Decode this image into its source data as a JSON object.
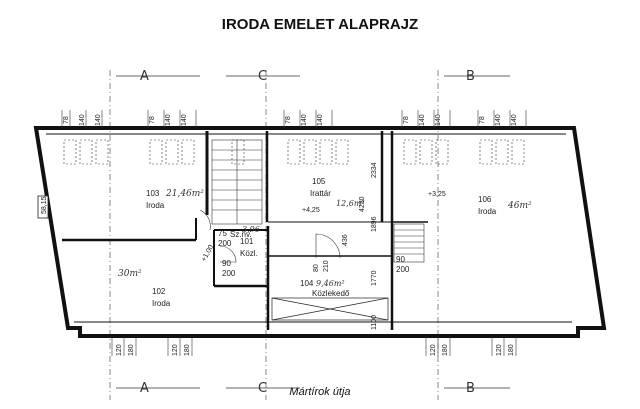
{
  "title": "IRODA EMELET ALAPRAJZ",
  "caption": "Mártírok útja",
  "axes": {
    "a_top": "A",
    "c_top": "C",
    "b_top": "B",
    "a_bottom": "A",
    "c_bottom": "C",
    "b_bottom": "B"
  },
  "rooms": {
    "r103_num": "103",
    "r103_name": "Iroda",
    "r103_area": "21,46m²",
    "r102_num": "102",
    "r102_name": "Iroda",
    "r102_area": "30m²",
    "r105_num": "105",
    "r105_name": "Irattár",
    "r105_area": "12,6m²",
    "r105_level": "+4,25",
    "r106_num": "106",
    "r106_name": "Iroda",
    "r106_area": "46m²",
    "r106_level": "+3,25",
    "r104_num": "104",
    "r104_name": "Közlekedő",
    "r104_area": "9,46m²",
    "r101_num": "101",
    "r101_name": "Közl.",
    "r101_area": "3,96",
    "sz_label": "Sz.nv.",
    "level_100": "+1,00"
  },
  "doors": {
    "d75": "75",
    "d200a": "200",
    "d90a": "90",
    "d200b": "200",
    "d80": "80",
    "d210": "210",
    "d90b": "90",
    "d200c": "200"
  },
  "vdims": {
    "v2334": "2334",
    "v4230": "4230",
    "v1896": "1896",
    "v436": "436",
    "v1770": "1770",
    "v1100": "1100",
    "v5815": "58,15"
  },
  "window_dims": {
    "top_a": "78",
    "top_b": "140",
    "top_c": "140",
    "bot_a": "120",
    "bot_b": "180"
  }
}
